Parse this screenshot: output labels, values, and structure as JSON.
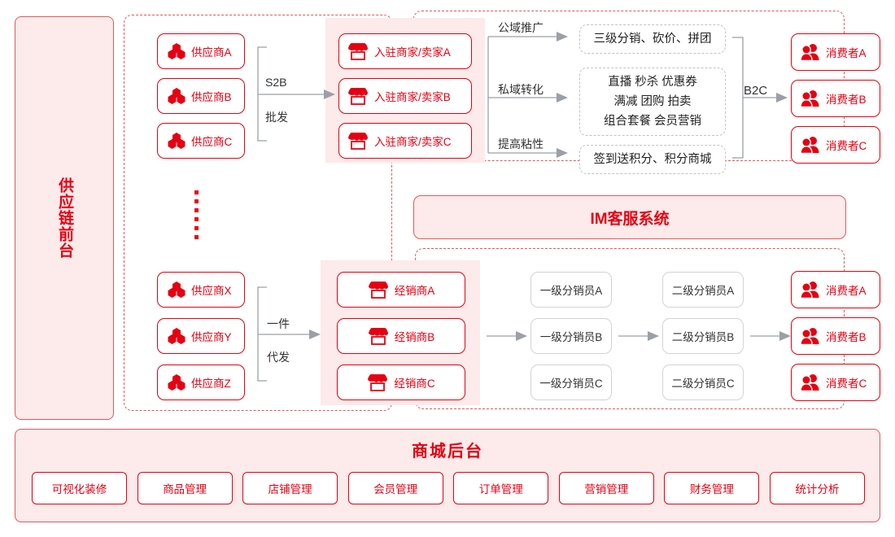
{
  "side_panel": {
    "label": "供应链前台"
  },
  "suppliers_top": {
    "icon": "hexagons-icon",
    "items": [
      {
        "label": "供应商A"
      },
      {
        "label": "供应商B"
      },
      {
        "label": "供应商C"
      }
    ]
  },
  "suppliers_bottom": {
    "icon": "hexagons-icon",
    "items": [
      {
        "label": "供应商X"
      },
      {
        "label": "供应商Y"
      },
      {
        "label": "供应商Z"
      }
    ]
  },
  "merchants": {
    "icon": "storefront-icon",
    "items": [
      {
        "label": "入驻商家/卖家A"
      },
      {
        "label": "入驻商家/卖家B"
      },
      {
        "label": "入驻商家/卖家C"
      }
    ]
  },
  "dealers": {
    "icon": "storefront-icon",
    "items": [
      {
        "label": "经销商A"
      },
      {
        "label": "经销商B"
      },
      {
        "label": "经销商C"
      }
    ]
  },
  "consumers_top": {
    "icon": "people-icon",
    "items": [
      {
        "label": "消费者A"
      },
      {
        "label": "消费者B"
      },
      {
        "label": "消费者C"
      }
    ]
  },
  "consumers_bottom": {
    "icon": "people-icon",
    "items": [
      {
        "label": "消费者A"
      },
      {
        "label": "消费者B"
      },
      {
        "label": "消费者C"
      }
    ]
  },
  "distributors_level1": {
    "items": [
      {
        "label": "一级分销员A"
      },
      {
        "label": "一级分销员B"
      },
      {
        "label": "一级分销员C"
      }
    ]
  },
  "distributors_level2": {
    "items": [
      {
        "label": "二级分销员A"
      },
      {
        "label": "二级分销员B"
      },
      {
        "label": "二级分销员C"
      }
    ]
  },
  "connectors": {
    "s2b_line1": "S2B",
    "s2b_line2": "批发",
    "dropship_line1": "一件",
    "dropship_line2": "代发",
    "b2c": "B2C",
    "public_domain": "公域推广",
    "private_domain": "私域转化",
    "stickiness": "提高粘性"
  },
  "feature_boxes": [
    {
      "name": "public-domain-features",
      "text": "三级分销、砍价、拼团"
    },
    {
      "name": "private-domain-features",
      "text": "直播 秒杀 优惠券\n满减 团购 拍卖\n组合套餐 会员营销"
    },
    {
      "name": "stickiness-features",
      "text": "签到送积分、积分商城"
    }
  ],
  "im_bar": {
    "label": "IM客服系统"
  },
  "backend": {
    "title": "商城后台",
    "chips": [
      {
        "label": "可视化装修"
      },
      {
        "label": "商品管理"
      },
      {
        "label": "店铺管理"
      },
      {
        "label": "会员管理"
      },
      {
        "label": "订单管理"
      },
      {
        "label": "营销管理"
      },
      {
        "label": "财务管理"
      },
      {
        "label": "统计分析"
      }
    ]
  },
  "colors": {
    "brand_red": "#e60012",
    "pink_fill": "#fdeaea",
    "dash_red": "#e8565a",
    "gray_line": "#9aa0a6",
    "gray_border": "#d0d3d6"
  }
}
